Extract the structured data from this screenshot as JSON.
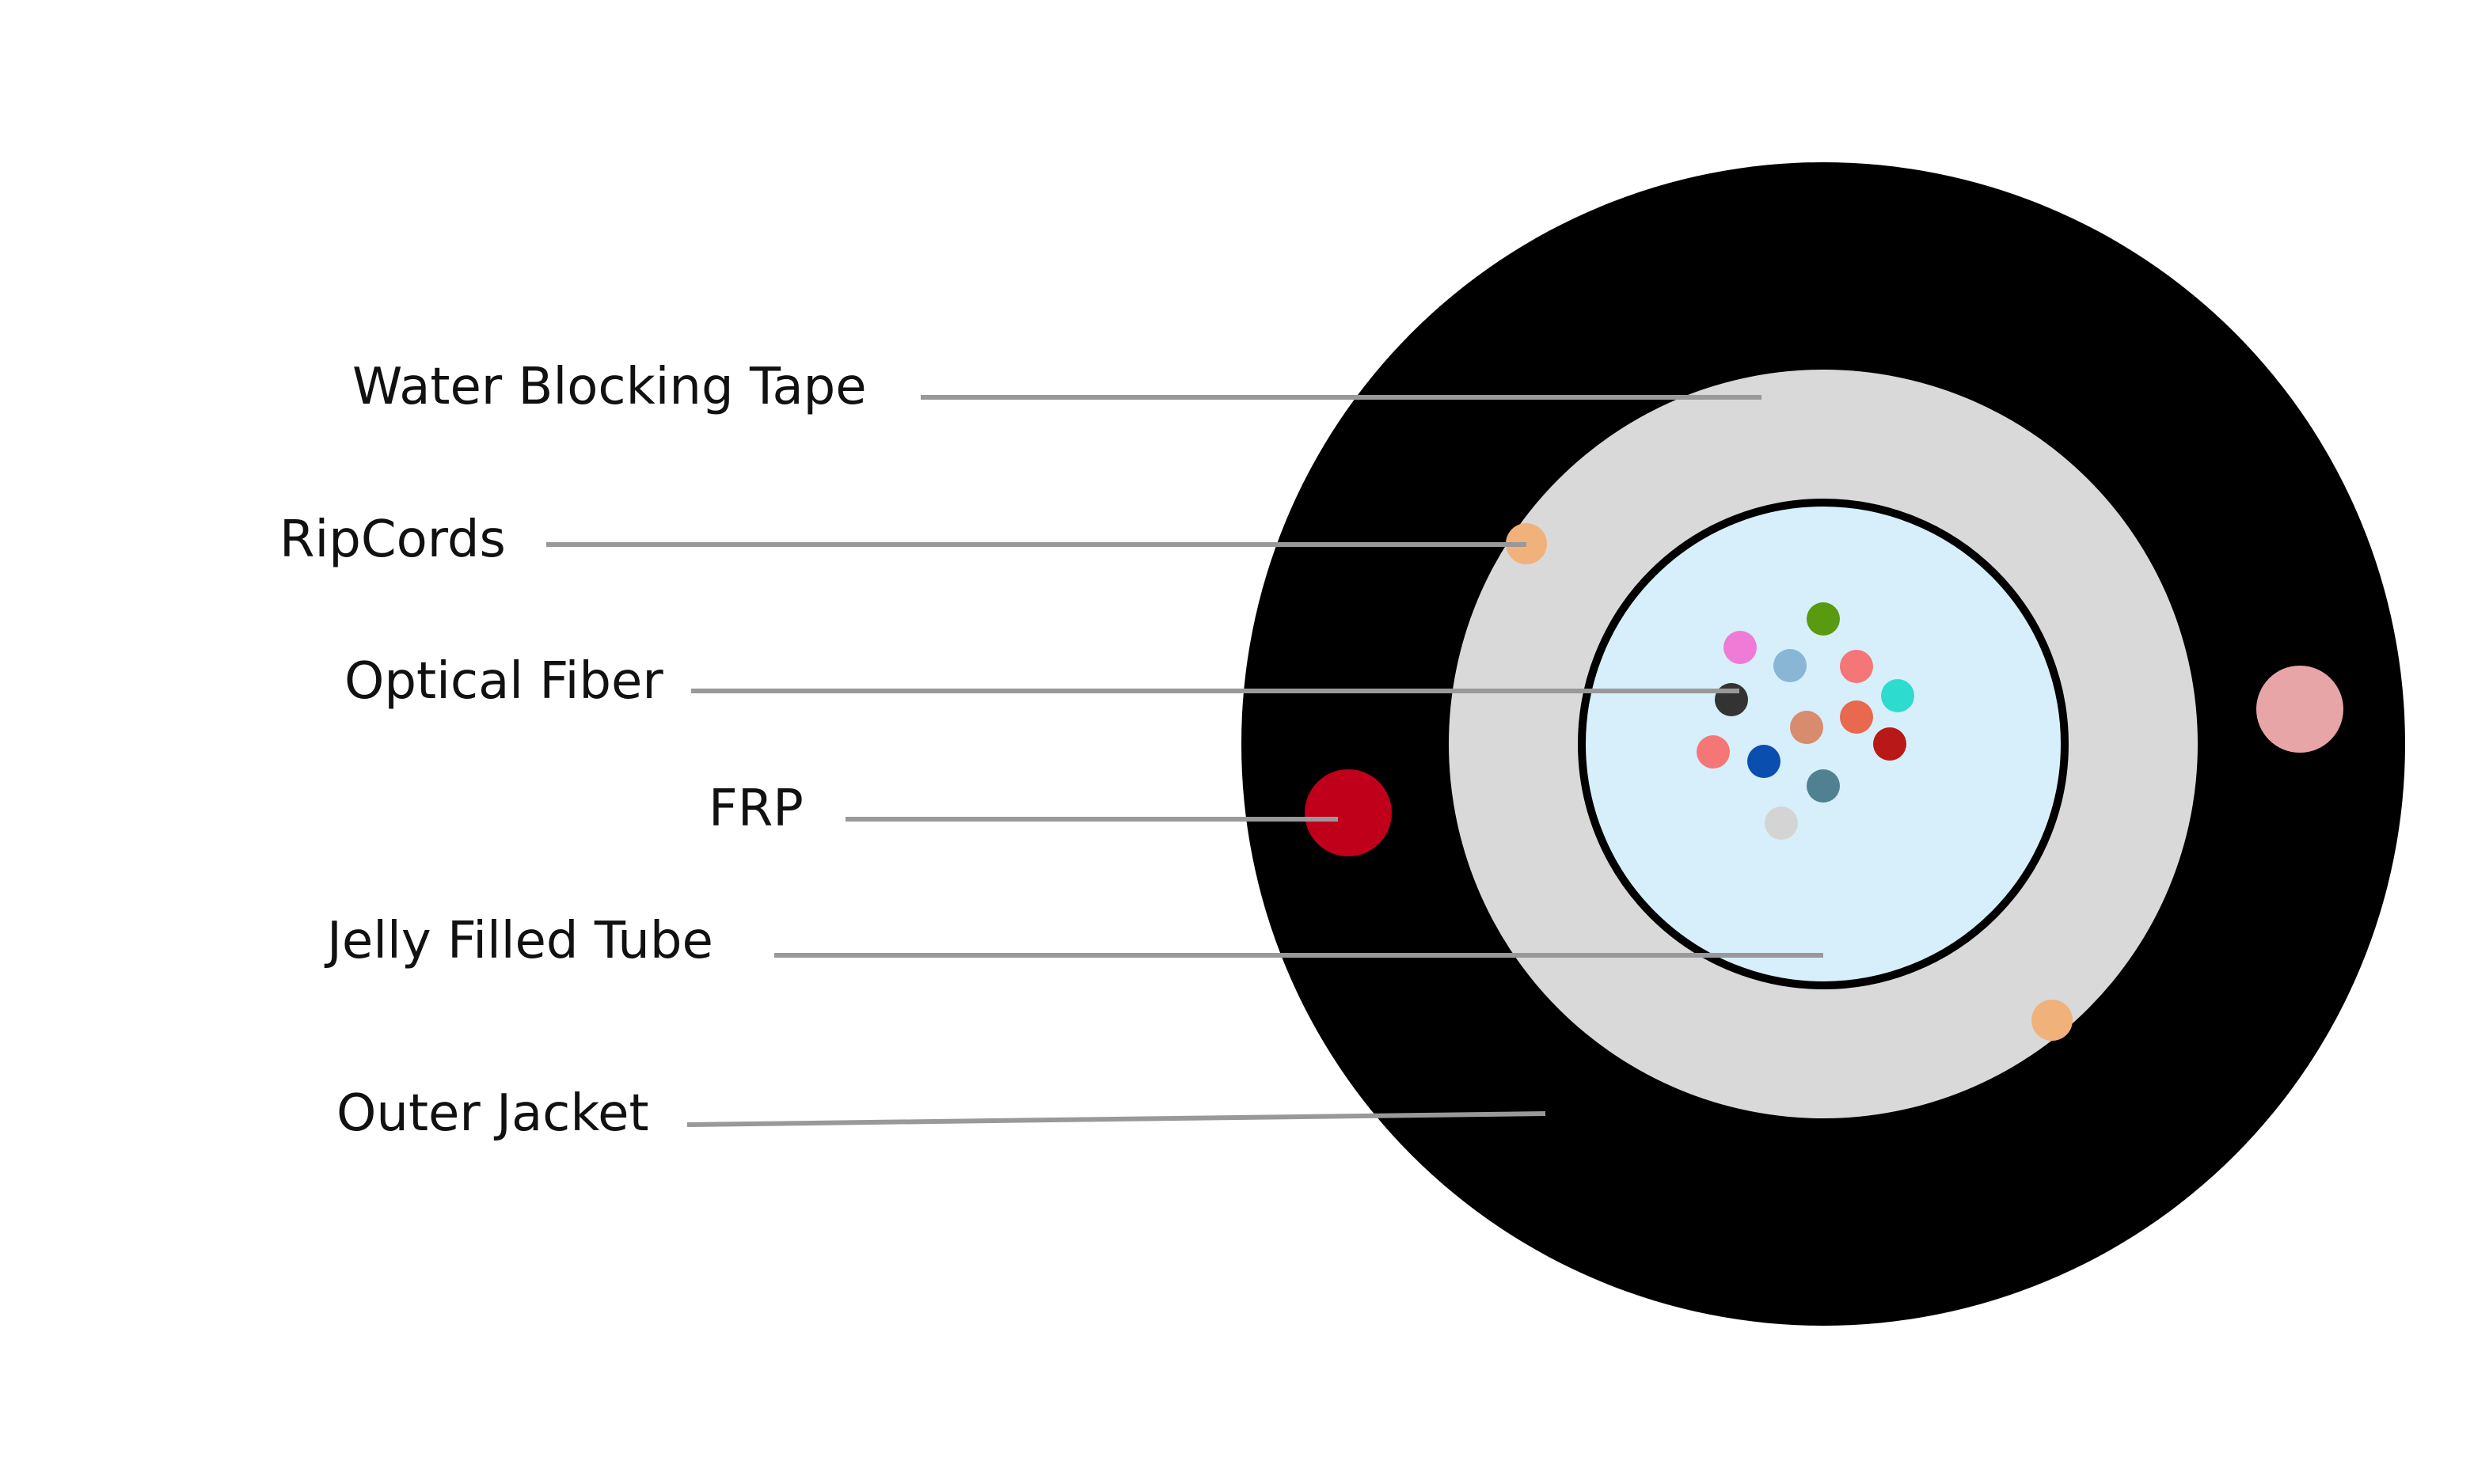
{
  "labels": {
    "water_blocking_tape": "Water Blocking Tape",
    "ripcords": "RipCords",
    "optical_fiber": "Optical Fiber",
    "frp": "FRP",
    "jelly_filled_tube": "Jelly Filled Tube",
    "outer_jacket": "Outer Jacket"
  },
  "colors": {
    "outer_jacket": "#000000",
    "water_blocking_tape": "#d9d9d9",
    "tube_fill": "#d6effa",
    "tube_border": "#000000",
    "frp": "#c0001a",
    "ripcord": "#f0b27a",
    "side_member": "#e8a5a8",
    "leader_line": "#999999",
    "fibers": [
      "#5a9a10",
      "#ef7bd6",
      "#88b6d4",
      "#f57676",
      "#2ddccf",
      "#333333",
      "#d98b6d",
      "#e8694e",
      "#b81818",
      "#f57676",
      "#0a4fb0",
      "#4f8191",
      "#d4d4d4"
    ]
  }
}
